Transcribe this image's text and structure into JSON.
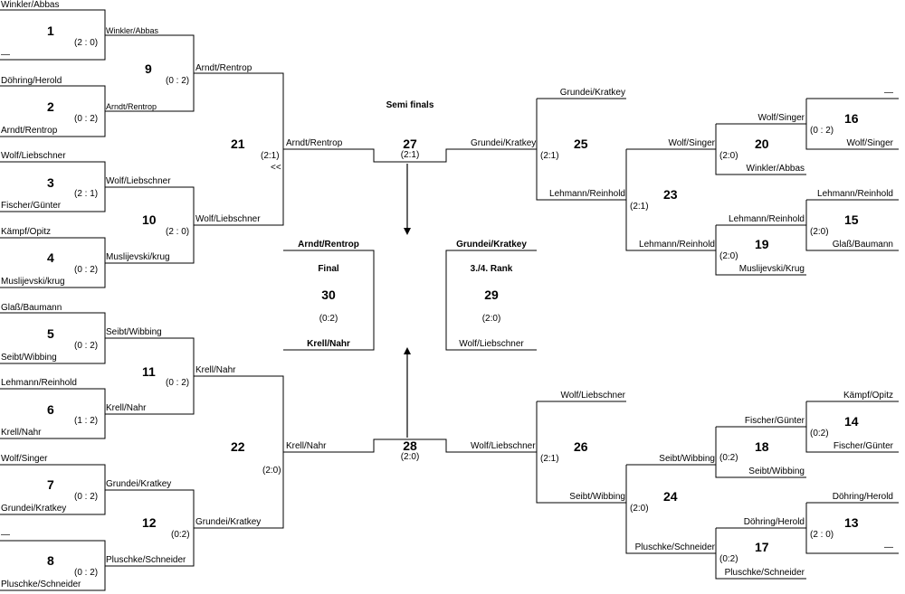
{
  "title": "Semi finals",
  "matches": [
    {
      "id": "m1",
      "number": "1",
      "top": "Winkler/Abbas",
      "bottom": "—",
      "score": "(2 : 0)"
    },
    {
      "id": "m2",
      "number": "2",
      "top": "Döhring/Herold",
      "bottom": "Arndt/Rentrop",
      "score": "(0 : 2)"
    },
    {
      "id": "m3",
      "number": "3",
      "top": "Wolf/Liebschner",
      "bottom": "Fischer/Günter",
      "score": "(2 : 1)"
    },
    {
      "id": "m4",
      "number": "4",
      "top": "Kämpf/Opitz",
      "bottom": "Muslijevski/krug",
      "score": "(0 : 2)"
    },
    {
      "id": "m5",
      "number": "5",
      "top": "Glaß/Baumann",
      "bottom": "Seibt/Wibbing",
      "score": "(0 : 2)"
    },
    {
      "id": "m6",
      "number": "6",
      "top": "Lehmann/Reinhold",
      "bottom": "Krell/Nahr",
      "score": "(1 : 2)"
    },
    {
      "id": "m7",
      "number": "7",
      "top": "Wolf/Singer",
      "bottom": "Grundei/Kratkey",
      "score": "(0 : 2)"
    },
    {
      "id": "m8",
      "number": "8",
      "top": "—",
      "bottom": "Pluschke/Schneider",
      "score": "(0 : 2)"
    },
    {
      "id": "m9",
      "number": "9",
      "top": "Winkler/Abbas",
      "bottom": "Arndt/Rentrop",
      "score": "(0 : 2)"
    },
    {
      "id": "m10",
      "number": "10",
      "top": "Wolf/Liebschner",
      "bottom": "Muslijevski/krug",
      "score": "(2 : 0)"
    },
    {
      "id": "m11",
      "number": "11",
      "top": "Seibt/Wibbing",
      "bottom": "Krell/Nahr",
      "score": "(0 : 2)"
    },
    {
      "id": "m12",
      "number": "12",
      "top": "Grundei/Kratkey",
      "bottom": "Pluschke/Schneider",
      "score": "(0:2)"
    },
    {
      "id": "m21",
      "number": "21",
      "top": "Arndt/Rentrop",
      "bottom": "Wolf/Liebschner",
      "score": "(2:1)",
      "note": "<<"
    },
    {
      "id": "m22",
      "number": "22",
      "top": "Krell/Nahr",
      "bottom": "Grundei/Kratkey",
      "score": "(2:0)"
    },
    {
      "id": "m27",
      "number": "27",
      "top": "Arndt/Rentrop",
      "bottom": "Grundei/Kratkey",
      "score": "(2:1)"
    },
    {
      "id": "m28",
      "number": "28",
      "top": "Krell/Nahr",
      "bottom": "Wolf/Liebschner",
      "score": "(2:0)"
    },
    {
      "id": "m25",
      "number": "25",
      "top": "Grundei/Kratkey",
      "bottom": "Lehmann/Reinhold",
      "score": "(2:1)"
    },
    {
      "id": "m26",
      "number": "26",
      "top": "Wolf/Liebschner",
      "bottom": "Seibt/Wibbing",
      "score": "(2:1)"
    },
    {
      "id": "m23",
      "number": "23",
      "top": "Wolf/Singer",
      "bottom": "Lehmann/Reinhold",
      "score": "(2:1)"
    },
    {
      "id": "m24",
      "number": "24",
      "top": "Seibt/Wibbing",
      "bottom": "Pluschke/Schneider",
      "score": "(2:0)"
    },
    {
      "id": "m20",
      "number": "20",
      "top": "Wolf/Singer",
      "bottom": "Winkler/Abbas",
      "score": "(2:0)"
    },
    {
      "id": "m19",
      "number": "19",
      "top": "Lehmann/Reinhold",
      "bottom": "Muslijevski/Krug",
      "score": "(2:0)"
    },
    {
      "id": "m18",
      "number": "18",
      "top": "Fischer/Günter",
      "bottom": "Seibt/Wibbing",
      "score": "(0:2)"
    },
    {
      "id": "m17",
      "number": "17",
      "top": "Döhring/Herold",
      "bottom": "Pluschke/Schneider",
      "score": "(0:2)"
    },
    {
      "id": "m16",
      "number": "16",
      "top": "—",
      "bottom": "Wolf/Singer",
      "score": "(0 : 2)"
    },
    {
      "id": "m15",
      "number": "15",
      "top": "Lehmann/Reinhold",
      "bottom": "Glaß/Baumann",
      "score": "(2:0)"
    },
    {
      "id": "m14",
      "number": "14",
      "top": "Kämpf/Opitz",
      "bottom": "Fischer/Günter",
      "score": "(0:2)"
    },
    {
      "id": "m13",
      "number": "13",
      "top": "Döhring/Herold",
      "bottom": "—",
      "score": "(2 : 0)"
    }
  ],
  "final": {
    "label": "Final",
    "number": "30",
    "top": "Arndt/Rentrop",
    "bottom": "Krell/Nahr",
    "score": "(0:2)"
  },
  "third": {
    "label": "3./4. Rank",
    "number": "29",
    "top": "Grundei/Kratkey",
    "bottom": "Wolf/Liebschner",
    "score": "(2:0)"
  }
}
